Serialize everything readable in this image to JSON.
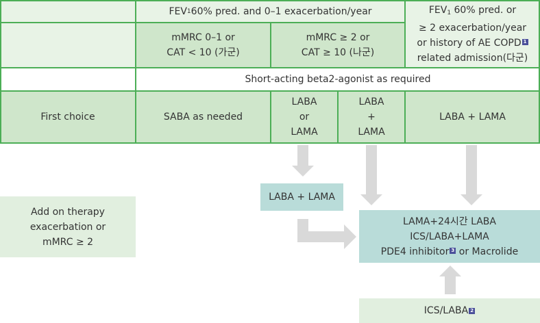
{
  "header": {
    "group_label_prefix": "FEV",
    "group_label_sub": "1",
    "group_label_suffix": " 60% pred. and 0–1 exacerbation/year",
    "col_a_line1": "mMRC 0–1 or",
    "col_a_line2": "CAT < 10 (가군)",
    "col_b_line1": "mMRC ≥ 2 or",
    "col_b_line2": "CAT ≥ 10 (나군)",
    "col_c_line1_prefix": "FEV",
    "col_c_line1_sub": "1",
    "col_c_line1_suffix": " 60% pred. or",
    "col_c_line2": "≥ 2 exacerbation/year",
    "col_c_line3": "or history of AE COPD",
    "col_c_line3_ref": "1",
    "col_c_line4": "related admission(다군)"
  },
  "saba_row": "Short-acting beta2-agonist as required",
  "first_choice": {
    "label": "First choice",
    "col_a": "SABA as needed",
    "col_b1_line1": "LABA",
    "col_b1_line2": "or",
    "col_b1_line3": "LAMA",
    "col_b2_line1": "LABA",
    "col_b2_line2": "+",
    "col_b2_line3": "LAMA",
    "col_c": "LABA + LAMA"
  },
  "add_on": {
    "line1": "Add on therapy",
    "line2": "exacerbation or",
    "line3": "mMRC ≥ 2"
  },
  "laba_lama_box": "LABA + LAMA",
  "escalation": {
    "line1": "LAMA+24시간 LABA",
    "line2": "ICS/LABA+LAMA",
    "line3_prefix": "PDE4 inhibitor",
    "line3_ref": "3",
    "line3_suffix": " or Macrolide"
  },
  "ics_laba": {
    "label": "ICS/LABA",
    "ref": "2"
  },
  "colors": {
    "border": "#4cae56",
    "light_green": "#e8f3e6",
    "mid_green": "#cfe6cb",
    "teal": "#b9dcd9",
    "arrow": "#d9d9d9",
    "ref_badge": "#4a4f9a"
  }
}
